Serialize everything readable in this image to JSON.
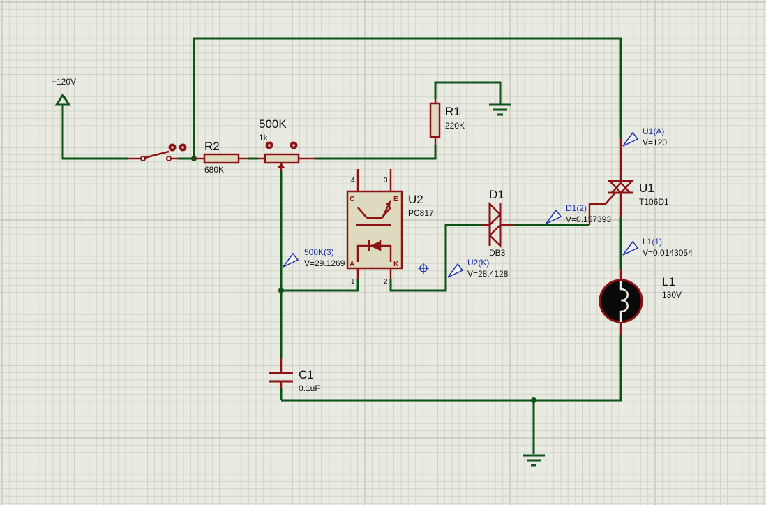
{
  "colors": {
    "background": "#e9eae1",
    "grid_minor": "#d3d5cb",
    "grid_major": "#c0c2b7",
    "wire": "#0b5316",
    "component": "#8b1313",
    "component_fill": "#dedac0",
    "probe": "#1a2fb0",
    "text": "#111111"
  },
  "power": {
    "label": "+120V"
  },
  "components": {
    "r2": {
      "ref": "R2",
      "value": "680K"
    },
    "pot": {
      "ref": "500K",
      "value": "1k"
    },
    "r1": {
      "ref": "R1",
      "value": "220K"
    },
    "u2": {
      "ref": "U2",
      "value": "PC817",
      "pin_c": "C",
      "pin_e": "E",
      "pin_a": "A",
      "pin_k": "K",
      "pin4": "4",
      "pin3": "3",
      "pin1": "1",
      "pin2": "2"
    },
    "d1": {
      "ref": "D1",
      "value": "DB3"
    },
    "u1": {
      "ref": "U1",
      "value": "T106D1"
    },
    "l1": {
      "ref": "L1",
      "value": "130V"
    },
    "c1": {
      "ref": "C1",
      "value": "0.1uF"
    }
  },
  "probes": {
    "u1a": {
      "name": "U1(A)",
      "value": "V=120"
    },
    "d1_2": {
      "name": "D1(2)",
      "value": "V=0.157393"
    },
    "l1_1": {
      "name": "L1(1)",
      "value": "V=0.0143054"
    },
    "pot3": {
      "name": "500K(3)",
      "value": "V=29.1269"
    },
    "u2k": {
      "name": "U2(K)",
      "value": "V=28.4128"
    }
  }
}
